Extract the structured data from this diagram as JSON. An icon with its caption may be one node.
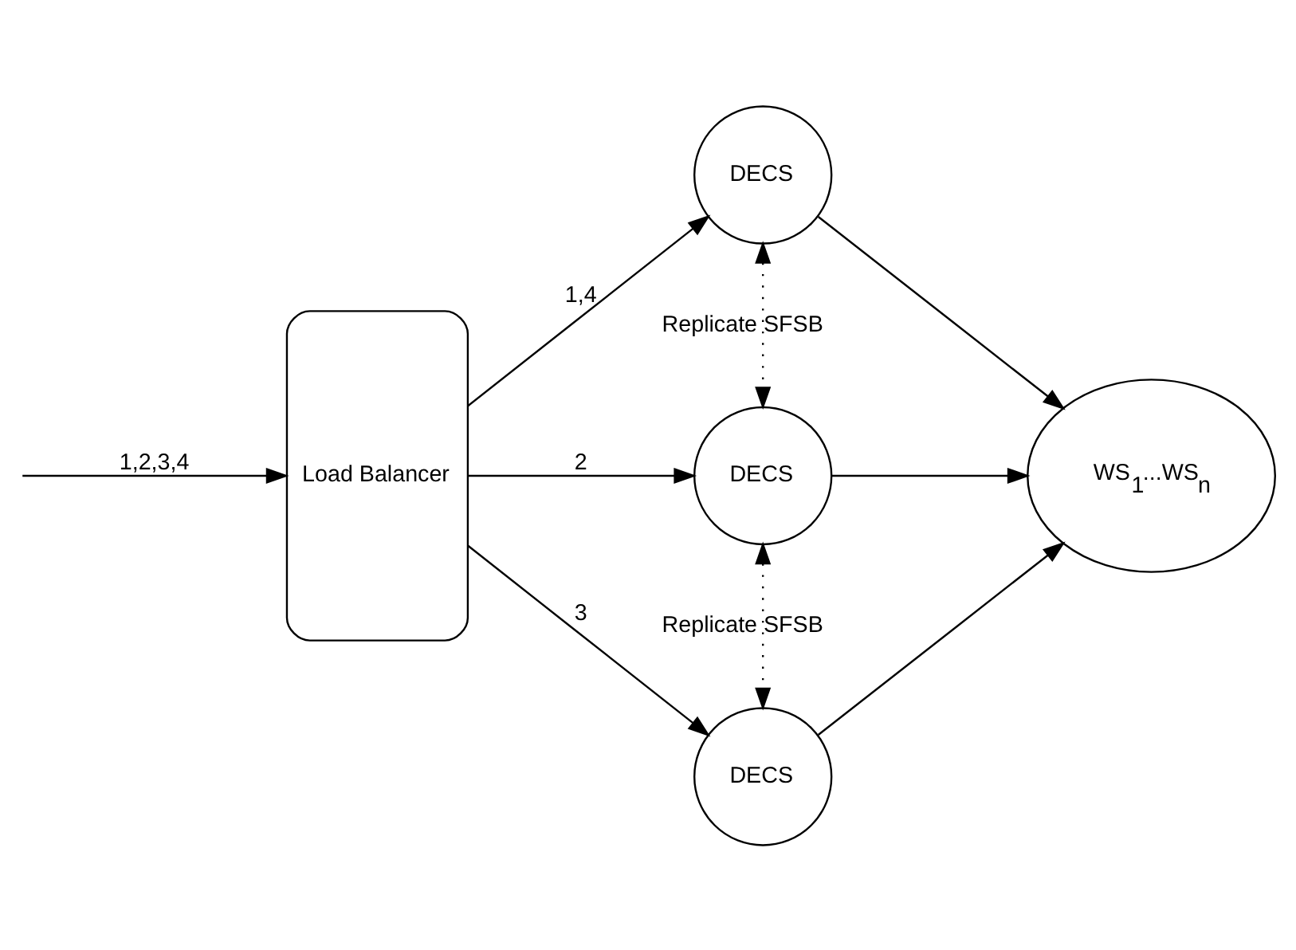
{
  "diagram": {
    "nodes": [
      {
        "text": [
          "Load Balancer"
        ]
      },
      {
        "text": [
          "DECS"
        ]
      },
      {
        "text": [
          "DECS"
        ]
      },
      {
        "text": [
          "DECS"
        ]
      },
      {
        "text": [
          "WS$_{1}$...WS$_{n}$"
        ]
      }
    ],
    "edges": [
      {
        "from": null,
        "to": 0,
        "arrow": "to",
        "label": "1,2,3,4"
      },
      {
        "from": 0,
        "to": 1,
        "arrow": "to",
        "label": "1,4"
      },
      {
        "from": 0,
        "to": 2,
        "arrow": "to",
        "label": "2"
      },
      {
        "from": 0,
        "to": 3,
        "arrow": "to",
        "label": "3"
      },
      {
        "from": 1,
        "to": 2,
        "arrow": "both",
        "label": "Replicate SFSB",
        "style": "dashed"
      },
      {
        "from": 2,
        "to": 3,
        "arrow": "both",
        "label": "Replicate SFSB",
        "style": "dashed"
      },
      {
        "from": 1,
        "to": 4,
        "arrow": "to"
      },
      {
        "from": 2,
        "to": 4,
        "arrow": "to"
      },
      {
        "from": 3,
        "to": 4,
        "arrow": "to"
      }
    ]
  }
}
